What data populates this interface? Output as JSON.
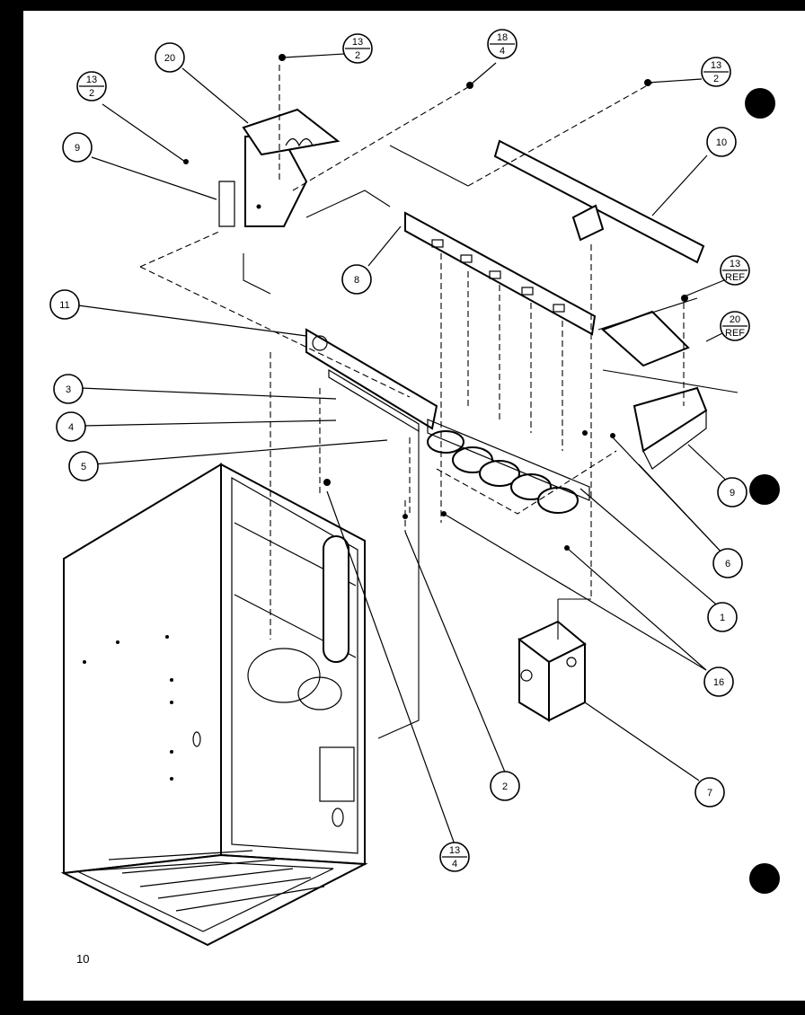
{
  "page_number": "10",
  "callouts": [
    {
      "id": "c20",
      "text": "20"
    },
    {
      "id": "c13-2a",
      "top": "13",
      "bottom": "2"
    },
    {
      "id": "c18-4",
      "top": "18",
      "bottom": "4"
    },
    {
      "id": "c13-2b",
      "top": "13",
      "bottom": "2"
    },
    {
      "id": "c13-2c",
      "top": "13",
      "bottom": "2"
    },
    {
      "id": "c9a",
      "text": "9"
    },
    {
      "id": "c10",
      "text": "10"
    },
    {
      "id": "c8",
      "text": "8"
    },
    {
      "id": "c13-ref",
      "top": "13",
      "bottom": "REF"
    },
    {
      "id": "c20-ref",
      "top": "20",
      "bottom": "REF"
    },
    {
      "id": "c11",
      "text": "11"
    },
    {
      "id": "c3",
      "text": "3"
    },
    {
      "id": "c4",
      "text": "4"
    },
    {
      "id": "c5",
      "text": "5"
    },
    {
      "id": "c9b",
      "text": "9"
    },
    {
      "id": "c6",
      "text": "6"
    },
    {
      "id": "c1",
      "text": "1"
    },
    {
      "id": "c16",
      "text": "16"
    },
    {
      "id": "c7",
      "text": "7"
    },
    {
      "id": "c2",
      "text": "2"
    },
    {
      "id": "c13-4",
      "top": "13",
      "bottom": "4"
    }
  ]
}
